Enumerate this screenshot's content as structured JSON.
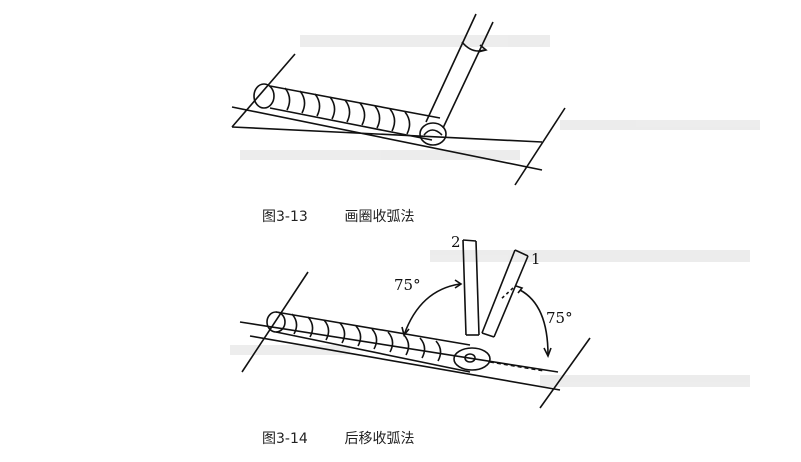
{
  "figures": [
    {
      "number": "图3-13",
      "title": "画圈收弧法"
    },
    {
      "number": "图3-14",
      "title": "后移收弧法"
    }
  ],
  "fig14_labels": {
    "angle_left": "75°",
    "angle_right": "75°",
    "rod_2": "2",
    "rod_1": "1"
  }
}
